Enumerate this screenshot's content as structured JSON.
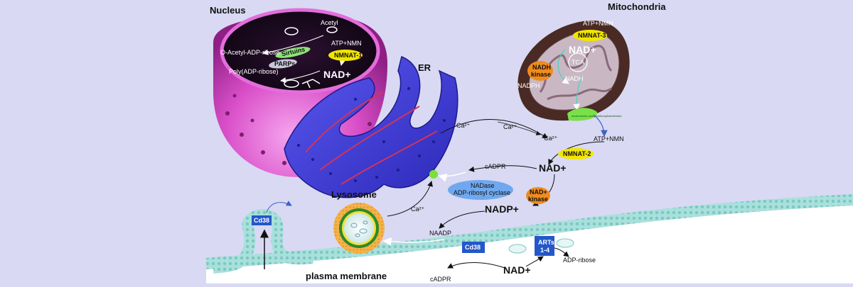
{
  "titles": {
    "nucleus": "Nucleus",
    "mitochondria": "Mitochondria",
    "er": "ER",
    "lysosome": "Lysosome",
    "plasma_membrane": "plasma membrane"
  },
  "nucleus": {
    "acetyl": "Acetyl",
    "atp_nmn": "ATP+NMN",
    "nmnat1": "NMNAT-1",
    "o_acetyl": "O-Acetyl-ADP-ribose",
    "sirtuins": "Sirtuins",
    "parps": "PARPs",
    "poly": "Poly(ADP-ribose)",
    "nad": "NAD+"
  },
  "mito": {
    "atp_nmn": "ATP+NMN",
    "nmnat3": "NMNAT-3",
    "nad": "NAD+",
    "nadh_kinase_1": "NADH",
    "nadh_kinase_2": "kinase",
    "tca": "TCA",
    "nadh": "NADH",
    "nadph": "NADPH",
    "transporter": "nicotinamide phosphoribosyltransferase"
  },
  "cyto": {
    "atp_nmn": "ATP+NMN",
    "nmnat2": "NMNAT-2",
    "nad": "NAD+",
    "cadpr": "cADPR",
    "nadase_1": "NADase",
    "nadase_2": "ADP-ribosyl cyclase",
    "nad_kinase_1": "NAD+",
    "nad_kinase_2": "kinase",
    "nadp": "NADP+",
    "naadp": "NAADP",
    "ca_er": "Ca²⁺",
    "ca_mid": "Ca²⁺",
    "ca_right": "Ca²⁺",
    "ca_lyso": "Ca²⁺"
  },
  "membrane": {
    "cd38_left": "Cd38",
    "cd38_bottom": "Cd38",
    "arts_1": "ARTs",
    "arts_2": "1-4",
    "adp_ribose": "ADP-ribose",
    "nad": "NAD+",
    "cadpr": "cADPR"
  },
  "colors": {
    "background": "#d9d9f3",
    "nucleus_rim": "#d94ec8",
    "er": "#3d3ad6",
    "mito_outer": "#4a2a24",
    "yellow_enzyme": "#f2e600",
    "orange_enzyme": "#f08c1e",
    "blue_box": "#2457c9",
    "membrane": "#a9e0dc",
    "transporter": "#79e04a"
  }
}
